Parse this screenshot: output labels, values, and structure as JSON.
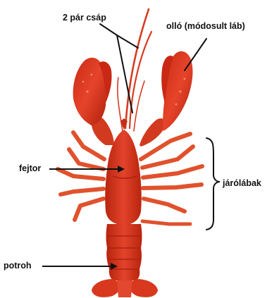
{
  "labels": {
    "antennae": "2 pár csáp",
    "claw": "olló (módosult láb)",
    "cephalothorax": "fejtor",
    "walking_legs": "járólábak",
    "abdomen": "potroh"
  },
  "colors": {
    "body": "#d9341c",
    "body_dark": "#a8210f",
    "body_light": "#ec5a38",
    "leg": "#e2552f",
    "annotation": "#111111",
    "background": "#ffffff"
  }
}
